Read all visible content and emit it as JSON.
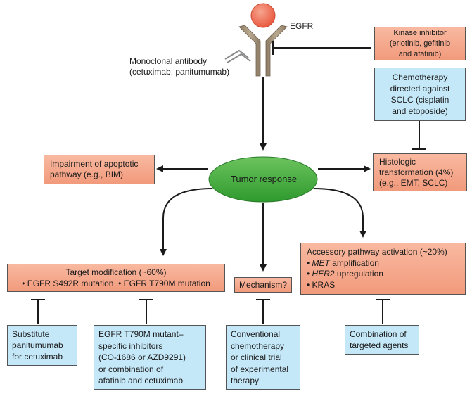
{
  "receptor": {
    "label": "EGFR",
    "antibody_label_line1": "Monoclonal antibody",
    "antibody_label_line2": "(cetuximab, panitumumab)"
  },
  "kinase_inhibitor": {
    "line1": "Kinase inhibitor",
    "line2": "(erlotinib, gefitinib",
    "line3": "and afatinib)"
  },
  "chemotherapy_sclc": {
    "line1": "Chemotherapy",
    "line2": "directed against",
    "line3": "SCLC (cisplatin",
    "line4": "and etoposide)"
  },
  "tumor_response": {
    "label": "Tumor response"
  },
  "apoptosis_box": {
    "line1": "Impairment of apoptotic",
    "line2": "pathway (e.g., BIM)"
  },
  "histologic_box": {
    "line1": "Histologic",
    "line2": "transformation (4%)",
    "line3": "(e.g., EMT, SCLC)"
  },
  "target_modification": {
    "title": "Target modification (~60%)",
    "items": [
      "EGFR S492R mutation",
      "EGFR T790M mutation"
    ]
  },
  "mechanism_box": {
    "label": "Mechanism?"
  },
  "accessory_pathway": {
    "title": "Accessory pathway activation (~20%)",
    "items": [
      {
        "gene": "MET",
        "text": " amplification"
      },
      {
        "gene": "HER2",
        "text": " upregulation"
      },
      {
        "gene": "",
        "text": "KRAS"
      }
    ]
  },
  "therapies": {
    "substitute": {
      "line1": "Substitute",
      "line2": "panitumumab",
      "line3": "for cetuximab"
    },
    "t790m": {
      "line1": "EGFR T790M mutant–",
      "line2": "specific inhibitors",
      "line3": "(CO-1686 or AZD9291)",
      "line4": "or combination of",
      "line5": "afatinib and cetuximab"
    },
    "conventional": {
      "line1": "Conventional",
      "line2": "chemotherapy",
      "line3": "or clinical trial",
      "line4": "of experimental",
      "line5": "therapy"
    },
    "combination": {
      "line1": "Combination of",
      "line2": "targeted agents"
    }
  },
  "colors": {
    "salmon": "#f29a7c",
    "blue": "#c5e8f9",
    "ellipse": "#3aaa35",
    "receptor_ball": "#ef6b4f",
    "receptor_body": "#9a8872"
  }
}
